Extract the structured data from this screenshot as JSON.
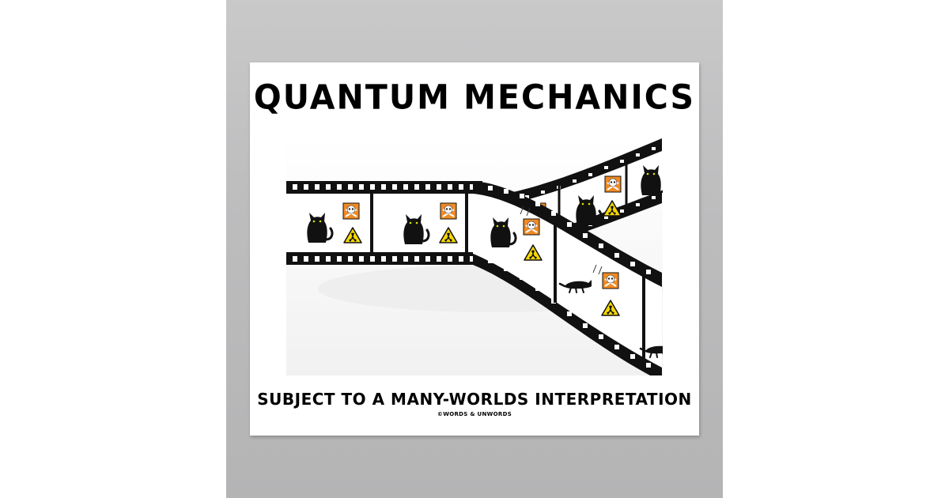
{
  "poster": {
    "title": "QUANTUM MECHANICS",
    "subtitle": "SUBJECT TO A MANY-WORLDS INTERPRETATION",
    "copyright": "©WORDS & UNWORDS"
  },
  "colors": {
    "background": "#ffffff",
    "wall": "#bdbdbe",
    "poster": "#ffffff",
    "film": "#000000",
    "hazard_orange": "#f08a24",
    "hazard_yellow": "#f5d800"
  },
  "icons": [
    "black-cat-icon",
    "skull-crossbones-icon",
    "radiation-icon",
    "dead-cat-icon"
  ]
}
